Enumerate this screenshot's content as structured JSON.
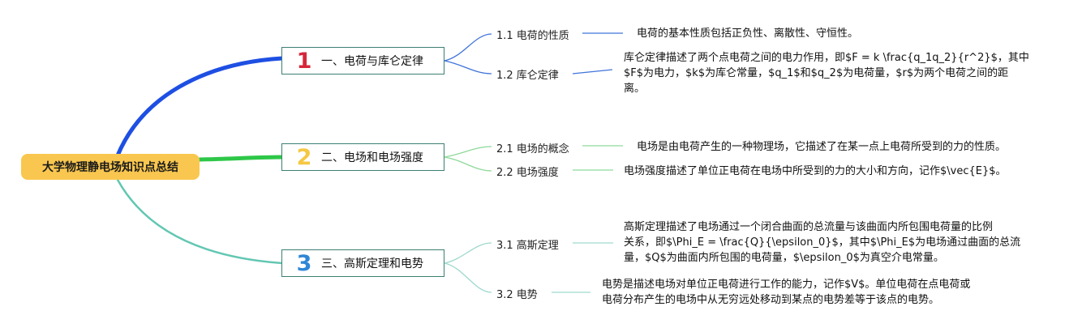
{
  "root": {
    "label": "大学物理静电场知识点总结"
  },
  "branches": [
    {
      "number": "1",
      "color": "#1e4fe3",
      "number_color": "#d6263b",
      "label": "一、电荷与库仑定律",
      "children": [
        {
          "label": "1.1 电荷的性质",
          "color": "#3f73d9",
          "text": "电荷的基本性质包括正负性、离散性、守恒性。"
        },
        {
          "label": "1.2 库仑定律",
          "color": "#3f73d9",
          "lines": [
            "库仑定律描述了两个点电荷之间的电力作用，即$F = k \\frac{q_1q_2}{r^2}$，其中",
            "$F$为电力，$k$为库仑常量，$q_1$和$q_2$为电荷量，$r$为两个电荷之间的距",
            "离。"
          ]
        }
      ]
    },
    {
      "number": "2",
      "color": "#2ec748",
      "number_color": "#f5c842",
      "label": "二、电场和电场强度",
      "children": [
        {
          "label": "2.1 电场的概念",
          "color": "#8ed99a",
          "text": "电场是由电荷产生的一种物理场，它描述了在某一点上电荷所受到的力的性质。"
        },
        {
          "label": "2.2 电场强度",
          "color": "#8ed99a",
          "text": "电场强度描述了单位正电荷在电场中所受到的力的大小和方向，记作$\\vec{E}$。"
        }
      ]
    },
    {
      "number": "3",
      "color": "#63c7b2",
      "number_color": "#2f86d6",
      "label": "三、高斯定理和电势",
      "children": [
        {
          "label": "3.1 高斯定理",
          "color": "#9fd9cd",
          "lines": [
            "高斯定理描述了电场通过一个闭合曲面的总流量与该曲面内所包围电荷量的比例",
            "关系，即$\\Phi_E = \\frac{Q}{\\epsilon_0}$，其中$\\Phi_E$为电场通过曲面的总流",
            "量，$Q$为曲面内所包围的电荷量，$\\epsilon_0$为真空介电常量。"
          ]
        },
        {
          "label": "3.2 电势",
          "color": "#9fd9cd",
          "lines": [
            "电势是描述电场对单位正电荷进行工作的能力，记作$V$。单位电荷在点电荷或",
            "电荷分布产生的电场中从无穷远处移动到某点的电势差等于该点的电势。"
          ]
        }
      ]
    }
  ]
}
